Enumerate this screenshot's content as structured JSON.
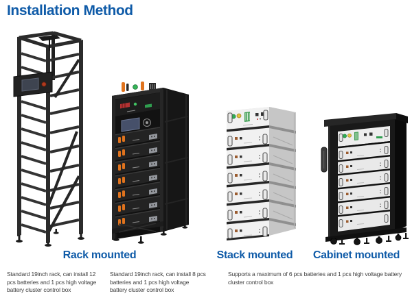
{
  "page": {
    "title": "Installation Method"
  },
  "colors": {
    "accent_blue": "#0f5ba8",
    "body_text": "#3d3d3d",
    "background": "#ffffff",
    "rack_black": "#262626",
    "battery_white": "#f2f2f2",
    "handle_orange": "#e0731d"
  },
  "methods": {
    "rack": {
      "heading": "Rack mounted"
    },
    "stack": {
      "heading": "Stack mounted"
    },
    "cabinet": {
      "heading": "Cabinet mounted"
    }
  },
  "descriptions": {
    "rack_12": "Standard 19inch rack, can install 12 pcs batteries and 1 pcs high voltage battery cluster control box",
    "rack_8": "Standard 19inch rack, can install 8 pcs batteries and 1 pcs high voltage battery cluster control box",
    "stack_cabinet": "Supports a maximum of 6 pcs batteries and 1 pcs high voltage battery cluster control box"
  },
  "figures": {
    "rack_frame": "open-rack-frame-illustration",
    "rack_batteries": "rack-with-batteries-illustration",
    "stack": "stacked-batteries-illustration",
    "cabinet": "battery-cabinet-illustration"
  }
}
